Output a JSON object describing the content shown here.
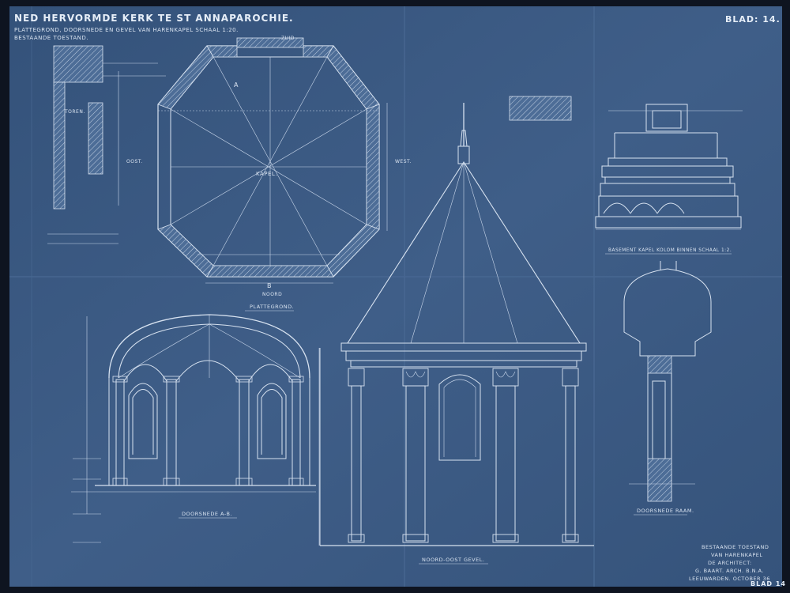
{
  "sheet": {
    "title": "NED HERVORMDE KERK TE ST ANNAPAROCHIE.",
    "subtitle_1": "PLATTEGROND, DOORSNEDE EN GEVEL VAN HARENKAPEL SCHAAL 1:20.",
    "subtitle_2": "BESTAANDE TOESTAND.",
    "sheet_number": "BLAD: 14.",
    "colors": {
      "paper": "#3b5a84",
      "line": "#d7e2f0",
      "border": "#0e1420"
    }
  },
  "plan": {
    "label": "PLATTEGROND.",
    "north": "NOORD",
    "south": "ZUID",
    "east": "OOST.",
    "west": "WEST.",
    "tower": "TOREN.",
    "chapel": "KAPEL.",
    "section_a": "A",
    "section_b": "B"
  },
  "section_ab": {
    "label": "DOORSNEDE A-B."
  },
  "elevation": {
    "label": "NOORD-OOST GEVEL."
  },
  "column_base": {
    "label": "BASEMENT KAPEL KOLOM BINNEN SCHAAL 1:2."
  },
  "window": {
    "label": "DOORSNEDE RAAM."
  },
  "titleblock": {
    "line_1": "BESTAANDE TOESTAND",
    "line_2": "VAN HARENKAPEL",
    "line_3": "DE ARCHITECT:",
    "line_4": "G. BAART. ARCH. B.N.A.",
    "line_5": "LEEUWARDEN. OCTOBER 36",
    "line_6": "BLAD 14"
  }
}
